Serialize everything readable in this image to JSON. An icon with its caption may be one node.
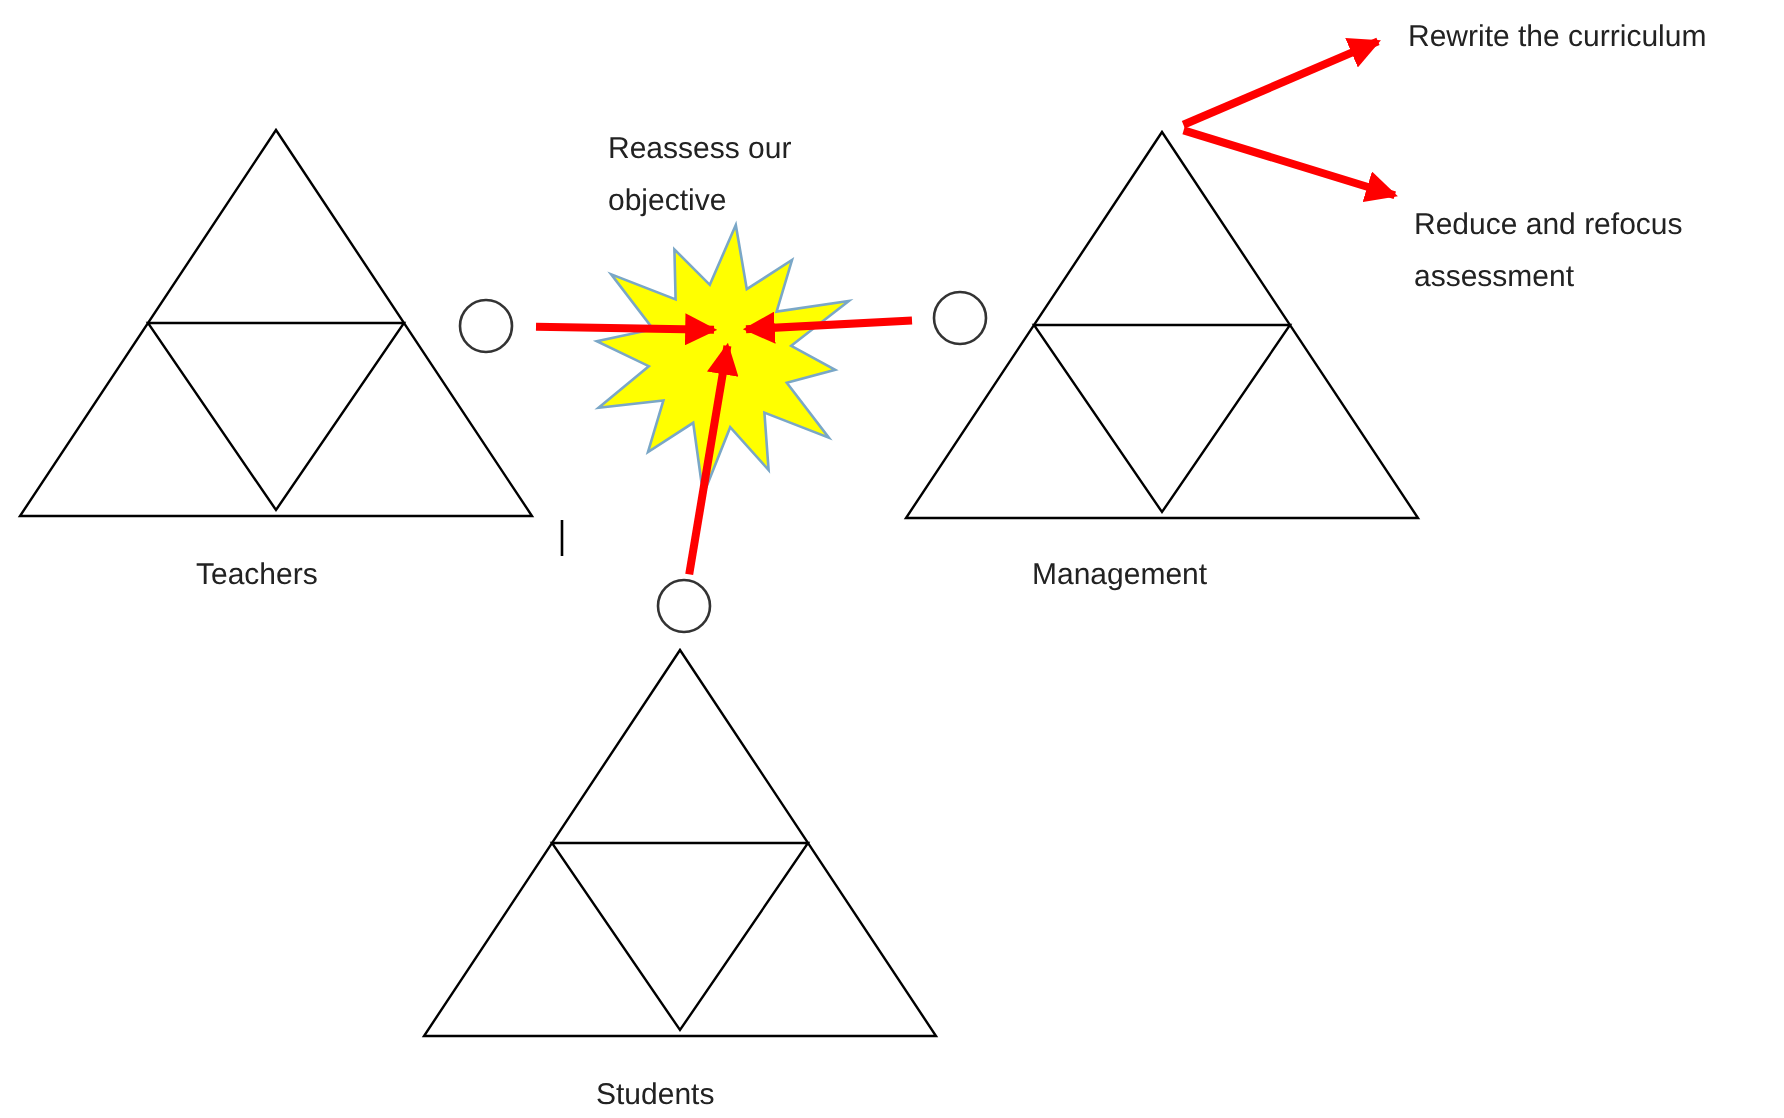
{
  "diagram": {
    "nodes": [
      {
        "text": [
          "Teachers"
        ]
      },
      {
        "text": [
          "Management"
        ]
      },
      {
        "text": [
          "Students"
        ]
      },
      {
        "text": [
          "Reassess our objective"
        ]
      },
      {
        "text": [],
        "shape": "circle"
      },
      {
        "text": [],
        "shape": "circle"
      },
      {
        "text": [],
        "shape": "circle"
      },
      {
        "text": [
          "Rewrite the curriculum"
        ]
      },
      {
        "text": [
          "Reduce and refocus assessment"
        ]
      }
    ],
    "edges": [
      {
        "from": 4,
        "to": 3,
        "arrow": "to",
        "color": "#ff0000"
      },
      {
        "from": 5,
        "to": 3,
        "arrow": "to",
        "color": "#ff0000"
      },
      {
        "from": 6,
        "to": 3,
        "arrow": "to",
        "color": "#ff0000"
      },
      {
        "from": 1,
        "to": 7,
        "arrow": "to",
        "color": "#ff0000"
      },
      {
        "from": 1,
        "to": 8,
        "arrow": "to",
        "color": "#ff0000"
      }
    ]
  }
}
